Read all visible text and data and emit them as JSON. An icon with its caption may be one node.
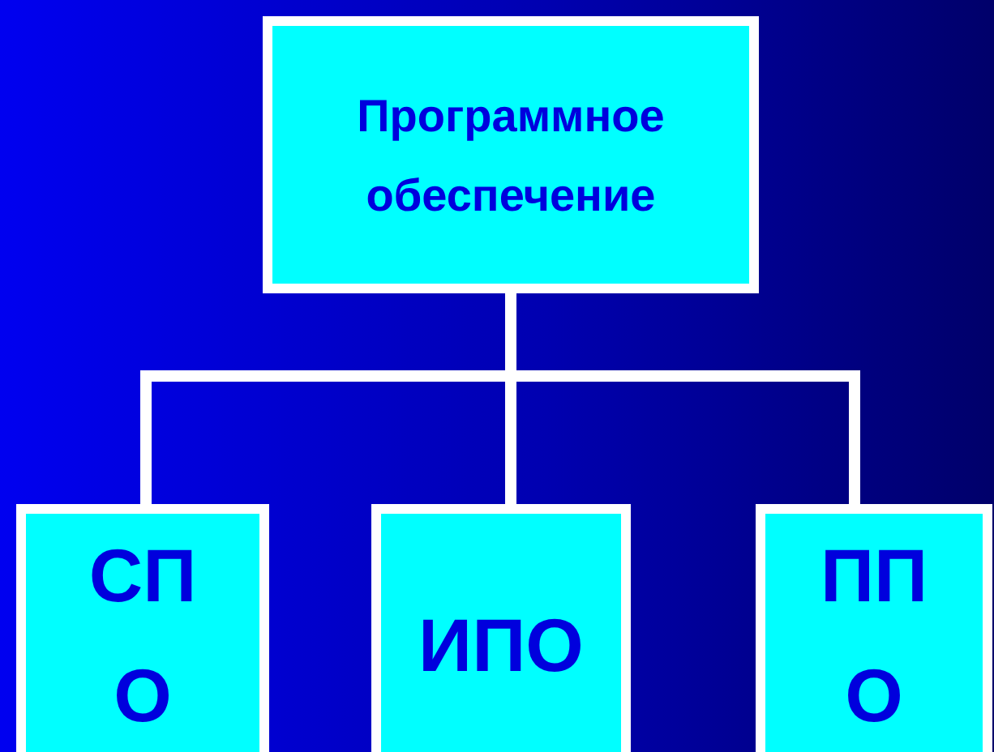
{
  "diagram": {
    "nodes": [
      {
        "text": [
          "Программное обеспечение"
        ]
      },
      {
        "text": [
          "СПО"
        ]
      },
      {
        "text": [
          "ИПО"
        ]
      },
      {
        "text": [
          "ППО"
        ]
      }
    ],
    "edges": [
      {
        "from": 0,
        "to": 1,
        "arrow": "none"
      },
      {
        "from": 0,
        "to": 2,
        "arrow": "none"
      },
      {
        "from": 0,
        "to": 3,
        "arrow": "none"
      }
    ]
  }
}
